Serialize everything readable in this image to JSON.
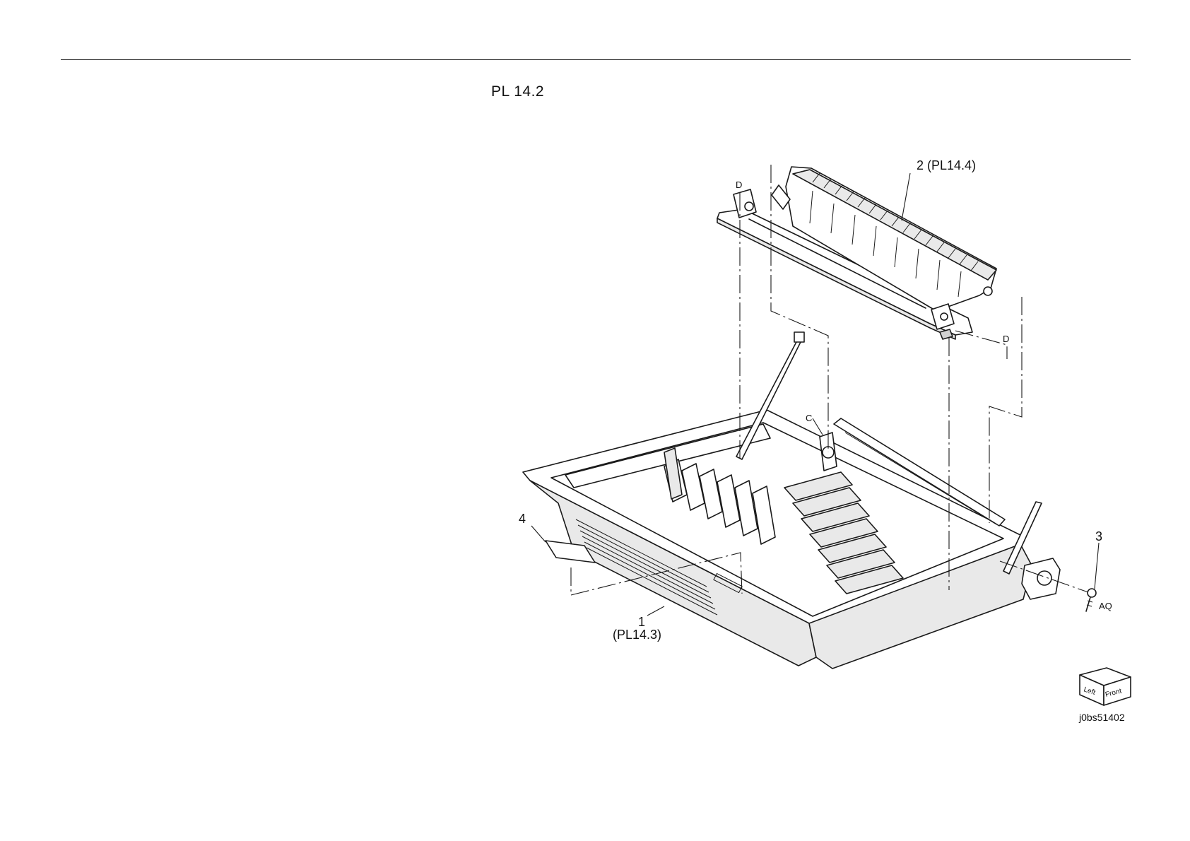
{
  "page": {
    "title": "PL 14.2"
  },
  "figure": {
    "callouts": {
      "part_1": "1",
      "part_1_ref": "(PL14.3)",
      "part_2": "2",
      "part_2_ref": "(PL14.4)",
      "part_3": "3",
      "part_4": "4",
      "connector_d_top": "D",
      "connector_d_right": "D",
      "connector_c": "C",
      "screw_code": "AQ"
    },
    "orientation_icon": {
      "left_label": "Left",
      "front_label": "Front"
    },
    "figure_id": "j0bs51402"
  }
}
